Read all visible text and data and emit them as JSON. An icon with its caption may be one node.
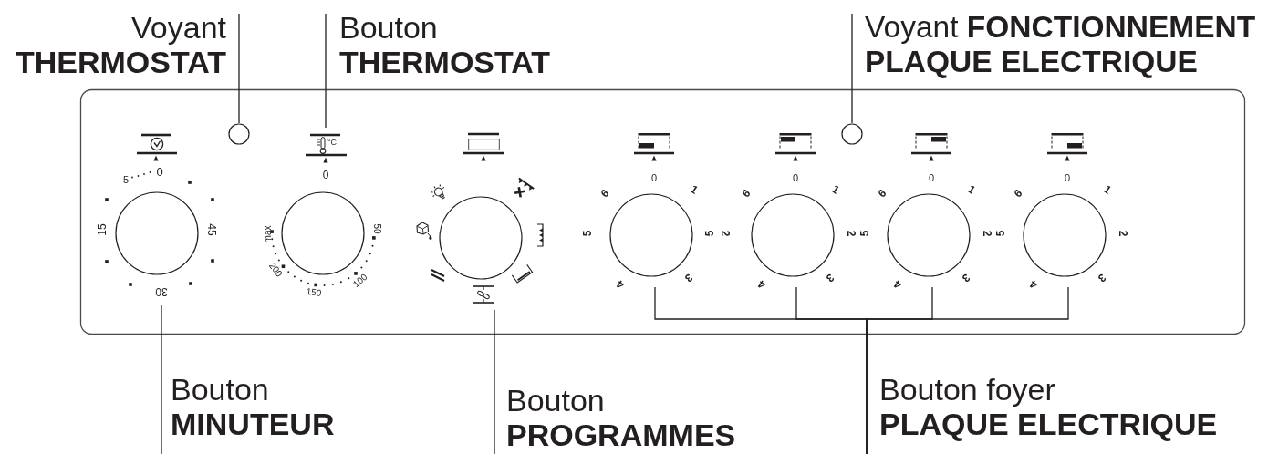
{
  "diagram": {
    "nodes": [
      {
        "text": [
          "Voyant **THERMOSTAT**"
        ]
      },
      {
        "text": [
          "Bouton **THERMOSTAT**"
        ]
      },
      {
        "text": [
          "Voyant **FONCTIONNEMENT PLAQUE ELECTRIQUE**"
        ]
      },
      {
        "text": [],
        "shape": "circle"
      },
      {
        "text": [],
        "shape": "circle"
      },
      {
        "text": [],
        "shape": "circle"
      },
      {
        "text": [],
        "shape": "circle"
      },
      {
        "text": [],
        "shape": "circle"
      },
      {
        "text": [],
        "shape": "circle"
      },
      {
        "text": [],
        "shape": "circle"
      },
      {
        "text": [],
        "shape": "circle"
      },
      {
        "text": [],
        "shape": "circle"
      },
      {
        "text": [
          "Bouton **MINUTEUR**"
        ]
      },
      {
        "text": [
          "Bouton **PROGRAMMES**"
        ]
      },
      {
        "text": [
          "Bouton foyer **PLAQUE ELECTRIQUE**"
        ]
      }
    ],
    "edges": [
      {
        "from": 0,
        "to": 4,
        "arrow": "none"
      },
      {
        "from": 1,
        "to": 5,
        "arrow": "none"
      },
      {
        "from": 2,
        "to": 9,
        "arrow": "none"
      },
      {
        "from": 12,
        "to": 3,
        "arrow": "none"
      },
      {
        "from": 13,
        "to": 6,
        "arrow": "none"
      },
      {
        "from": 14,
        "to": 7,
        "arrow": "none"
      },
      {
        "from": 14,
        "to": 8,
        "arrow": "none"
      },
      {
        "from": 14,
        "to": 10,
        "arrow": "none"
      },
      {
        "from": 14,
        "to": 11,
        "arrow": "none"
      }
    ],
    "labels": [
      "0",
      "5",
      "15",
      "45",
      "30",
      "°C",
      "0",
      "max",
      "50",
      "200",
      "100",
      "150",
      "0",
      "6",
      "1",
      "5",
      "2",
      "4",
      "3",
      "0",
      "6",
      "1",
      "5",
      "2",
      "4",
      "3",
      "0",
      "6",
      "1",
      "5",
      "2",
      "4",
      "3",
      "0",
      "6",
      "1",
      "5",
      "2",
      "4",
      "3"
    ]
  }
}
